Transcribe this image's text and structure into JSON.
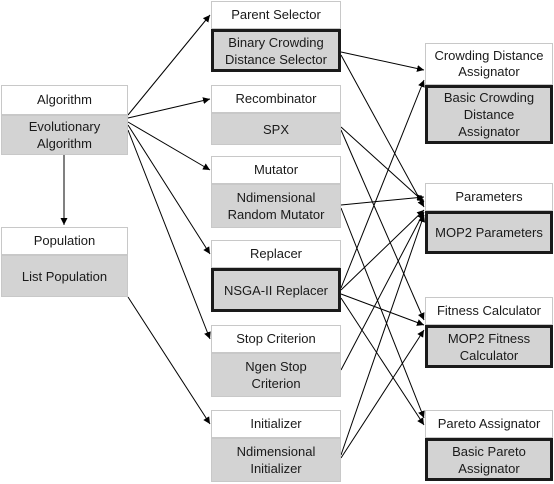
{
  "algorithm": {
    "title": "Algorithm",
    "body": "Evolutionary\nAlgorithm"
  },
  "population": {
    "title": "Population",
    "body": "List Population"
  },
  "parent_selector": {
    "title": "Parent Selector",
    "body": "Binary Crowding\nDistance Selector"
  },
  "recombinator": {
    "title": "Recombinator",
    "body": "SPX"
  },
  "mutator": {
    "title": "Mutator",
    "body": "Ndimensional\nRandom Mutator"
  },
  "replacer": {
    "title": "Replacer",
    "body": "NSGA-II Replacer"
  },
  "stop_criterion": {
    "title": "Stop Criterion",
    "body": "Ngen Stop\nCriterion"
  },
  "initializer": {
    "title": "Initializer",
    "body": "Ndimensional\nInitializer"
  },
  "crowding_distance": {
    "title": "Crowding Distance\nAssignator",
    "body": "Basic Crowding\nDistance\nAssignator"
  },
  "parameters": {
    "title": "Parameters",
    "body": "MOP2 Parameters"
  },
  "fitness_calculator": {
    "title": "Fitness Calculator",
    "body": "MOP2 Fitness\nCalculator"
  },
  "pareto_assignator": {
    "title": "Pareto Assignator",
    "body": "Basic Pareto\nAssignator"
  },
  "colors": {
    "header_bg": "#ffffff",
    "body_bg": "#d3d3d3",
    "border": "#c8c8c8",
    "highlight_border": "#1a1a1a",
    "arrow": "#000000"
  }
}
